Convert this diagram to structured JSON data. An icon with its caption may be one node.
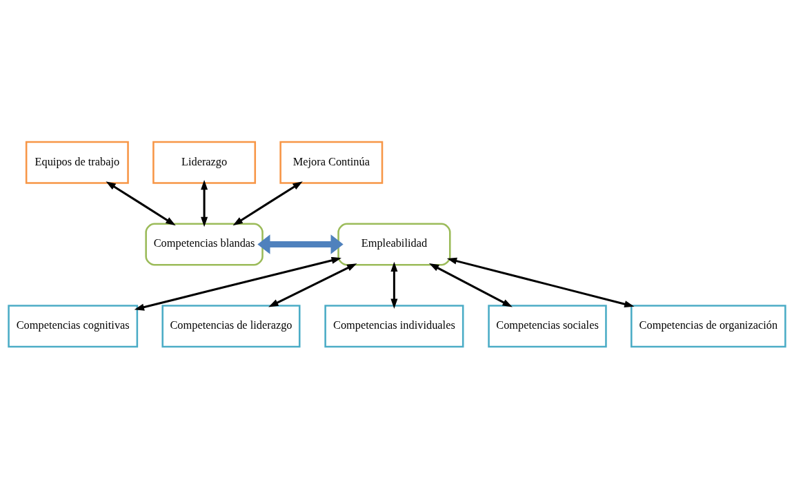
{
  "diagram": {
    "nodes": [
      {
        "text": [
          "Equipos de trabajo"
        ]
      },
      {
        "text": [
          "Liderazgo"
        ]
      },
      {
        "text": [
          "Mejora Continúa"
        ]
      },
      {
        "text": [
          "Competencias blandas"
        ]
      },
      {
        "text": [
          "Empleabilidad"
        ]
      },
      {
        "text": [
          "Competencias cognitivas"
        ]
      },
      {
        "text": [
          "Competencias de liderazgo"
        ]
      },
      {
        "text": [
          "Competencias individuales"
        ]
      },
      {
        "text": [
          "Competencias sociales"
        ]
      },
      {
        "text": [
          "Competencias de organización"
        ]
      }
    ],
    "edges": [
      {
        "from": 0,
        "to": 3,
        "arrow": "both"
      },
      {
        "from": 1,
        "to": 3,
        "arrow": "both"
      },
      {
        "from": 2,
        "to": 3,
        "arrow": "both"
      },
      {
        "from": 3,
        "to": 4,
        "arrow": "both",
        "style": "thick",
        "color": "#4f81bd"
      },
      {
        "from": 4,
        "to": 5,
        "arrow": "both"
      },
      {
        "from": 4,
        "to": 7,
        "arrow": "both"
      },
      {
        "from": 4,
        "to": 8,
        "arrow": "both"
      },
      {
        "from": 4,
        "to": 9,
        "arrow": "both"
      },
      {
        "from": 4,
        "to": 6,
        "arrow": "both"
      }
    ]
  }
}
